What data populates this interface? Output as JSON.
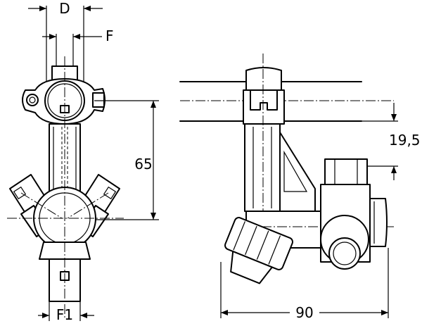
{
  "dimensions": {
    "d": "D",
    "f": "F",
    "f1": "F1",
    "height": "65",
    "offset": "19,5",
    "width": "90"
  }
}
